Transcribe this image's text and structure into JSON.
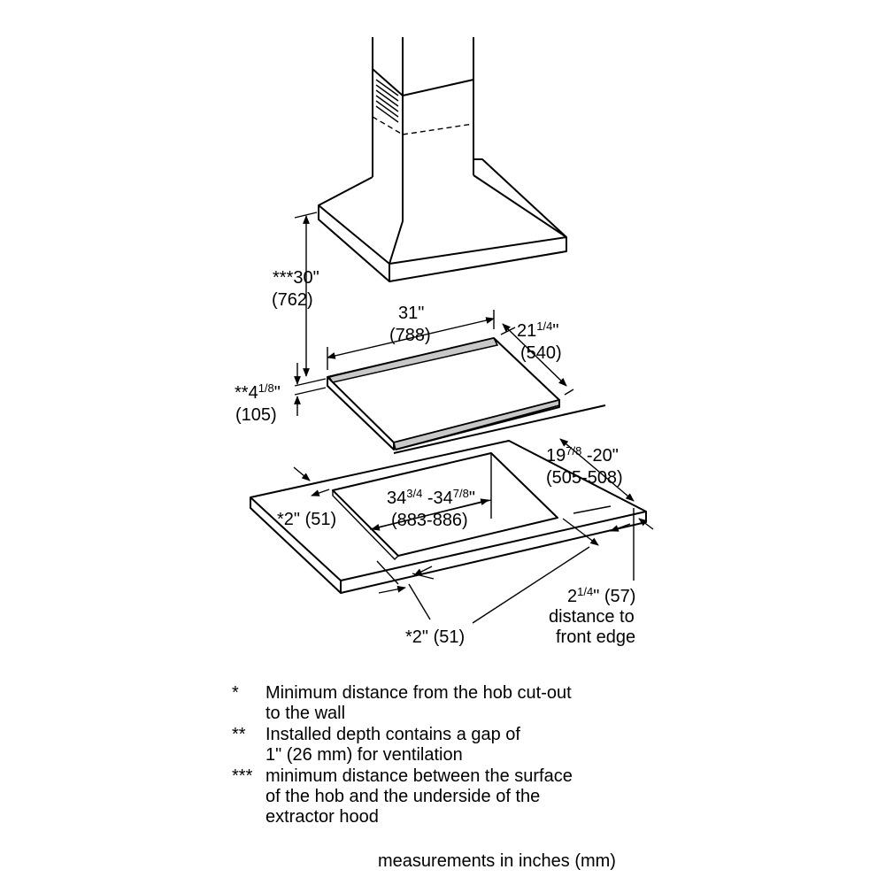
{
  "dimensions": {
    "hood_height": {
      "main": "***30\"",
      "mm": "(762)"
    },
    "hob_width": {
      "main": "31\"",
      "mm": "(788)"
    },
    "hob_depth": {
      "main": "21",
      "sup": "1/4",
      "unit": "\"",
      "mm": "(540)"
    },
    "hob_installed_depth": {
      "prefix": "**4",
      "sup": "1/8",
      "unit": "\"",
      "mm": "(105)"
    },
    "cutout_depth": {
      "main": "19",
      "sup": "7/8",
      "rest": " -20\"",
      "mm": "(505-508)"
    },
    "cutout_width": {
      "main1": "34",
      "sup1": "3/4",
      "mid": " -34",
      "sup2": "7/8",
      "unit": "\"",
      "mm": "(883-886)"
    },
    "side_clearance_left": {
      "label": "*2\" (51)"
    },
    "side_clearance_front": {
      "label": "*2\" (51)"
    },
    "front_edge": {
      "main": "2",
      "sup": "1/4",
      "rest": "\" (57)",
      "line2": "distance to",
      "line3": "front edge"
    }
  },
  "notes": [
    {
      "mark": "*",
      "lines": [
        "Minimum distance from the hob cut-out",
        "to the wall"
      ]
    },
    {
      "mark": "**",
      "lines": [
        "Installed depth contains a gap of",
        "1\" (26 mm) for ventilation"
      ]
    },
    {
      "mark": "***",
      "lines": [
        "minimum distance between the surface",
        "of the hob and the underside of the",
        "extractor hood"
      ]
    }
  ],
  "footer": "measurements in inches (mm)"
}
